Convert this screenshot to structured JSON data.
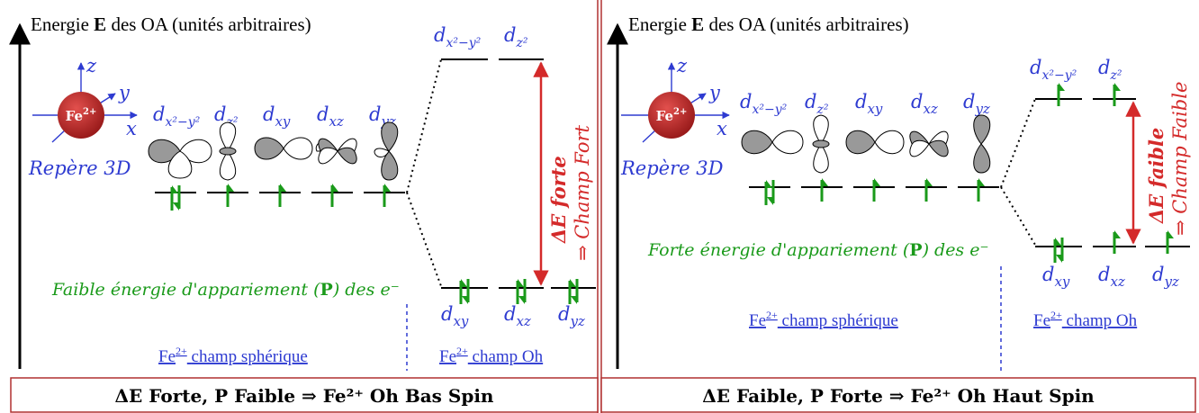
{
  "axis": {
    "title_prefix": "Energie ",
    "title_bold": "E",
    "title_suffix": " des OA (unités arbitraires)"
  },
  "frame": {
    "xyz_x": "x",
    "xyz_y": "y",
    "xyz_z": "z",
    "ion": "Fe",
    "ion_charge": "2+",
    "repere": "Repère 3D"
  },
  "orbitals": {
    "x2y2": "x²−y²",
    "z2": "z²",
    "xy": "xy",
    "xz": "xz",
    "yz": "yz",
    "d": "d"
  },
  "left": {
    "delta_label": "ΔE forte",
    "delta_suffix": "⇒ Champ Fort",
    "pairing_text": "Faible énergie d'appariement (",
    "pairing_bold": "P",
    "pairing_end": ") des e⁻",
    "link_spherical": "champ sphérique",
    "link_oh": "champ Oh",
    "footer": "ΔE Forte, P Faible ⇒ Fe²⁺ Oh Bas Spin"
  },
  "right": {
    "delta_label": "ΔE faible",
    "delta_suffix": "⇒ Champ Faible",
    "pairing_text": "Forte énergie d'appariement (",
    "pairing_bold": "P",
    "pairing_end": ") des e⁻",
    "link_spherical": "champ sphérique",
    "link_oh": "champ Oh",
    "footer": "ΔE Faible, P Forte ⇒ Fe²⁺ Oh Haut Spin"
  },
  "fe_label": "Fe",
  "fe_charge": "2+",
  "colors": {
    "green": "#1a9a1a",
    "blue": "#2e3bd1",
    "red": "#d42a2a",
    "sphere": "#c0292b",
    "frame": "#b03030"
  }
}
